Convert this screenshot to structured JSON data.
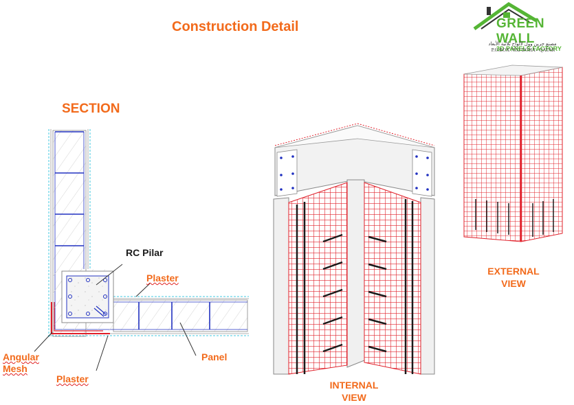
{
  "title": "Construction Detail",
  "section_title": "SECTION",
  "labels": {
    "rc_pillar": "RC Pilar",
    "plaster_top": "Plaster",
    "plaster_bottom": "Plaster",
    "angular_mesh": "Angular\nMesh",
    "panel": "Panel"
  },
  "views": {
    "internal": "INTERNAL\nVIEW",
    "external": "EXTERNAL\nVIEW"
  },
  "logo": {
    "name": "GREEN WALL",
    "subtitle": "3D PANELS FACTORY",
    "arabic": "مصنع جرين وول لألواح ثلاثية الأبعاد",
    "address": "P.O.BOX 7852  DOHA - QATAR"
  },
  "colors": {
    "accent": "#f26a1b",
    "brand_green": "#55b535",
    "mesh_red": "#e0202a",
    "rebar_blue": "#2030c0",
    "plaster_cyan": "#40c8e0"
  }
}
